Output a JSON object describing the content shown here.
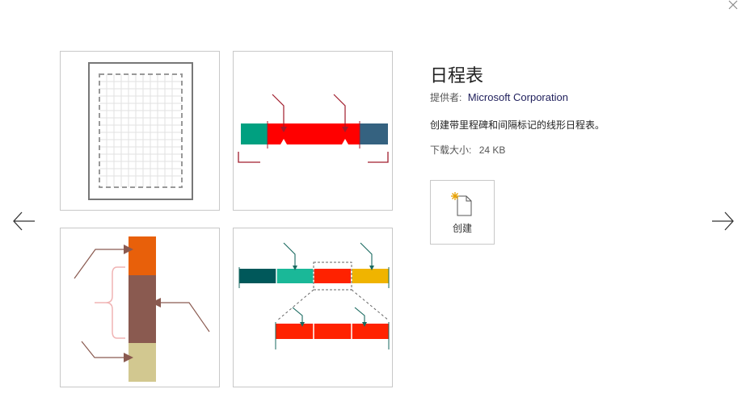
{
  "dialog": {
    "close_icon": "close-icon",
    "prev_icon": "arrow-left-icon",
    "next_icon": "arrow-right-icon"
  },
  "template": {
    "title": "日程表",
    "provider_label": "提供者:",
    "provider_name": "Microsoft Corporation",
    "description": "创建带里程碑和间隔标记的线形日程表。",
    "download_label": "下载大小:",
    "download_size": "24 KB"
  },
  "create_button": {
    "label": "创建",
    "icon": "new-document-icon"
  },
  "colors": {
    "accent_red": "#ff0000",
    "teal": "#00a080",
    "steel_blue": "#356280",
    "orange": "#e8600a",
    "brown": "#8a5a50",
    "khaki": "#d2c890",
    "dark_teal": "#00585a",
    "mint": "#1ab898",
    "gold": "#f0b400"
  }
}
